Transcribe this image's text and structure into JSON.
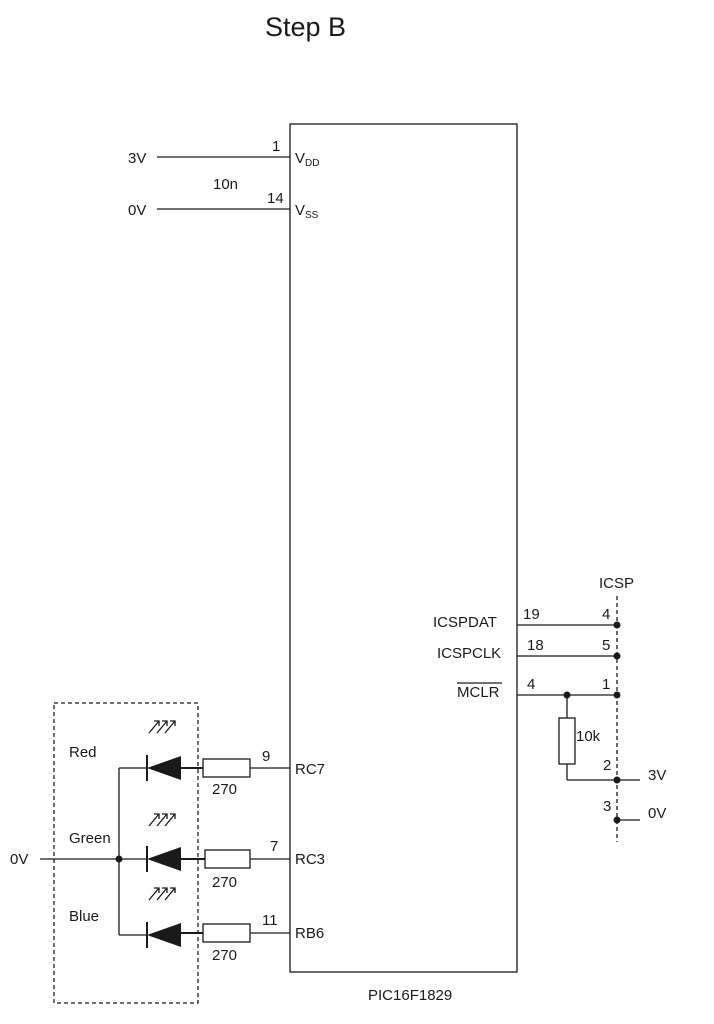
{
  "title": "Step B",
  "chip": {
    "part": "PIC16F1829",
    "vdd_main": "V",
    "vdd_sub": "DD",
    "vdd_pin": "1",
    "vss_main": "V",
    "vss_sub": "SS",
    "vss_pin": "14",
    "rc7_label": "RC7",
    "rc7_pin": "9",
    "rc3_label": "RC3",
    "rc3_pin": "7",
    "rb6_label": "RB6",
    "rb6_pin": "11",
    "icspdat_label": "ICSPDAT",
    "icspdat_pin": "19",
    "icspclk_label": "ICSPCLK",
    "icspclk_pin": "18",
    "mclr_label": "MCLR",
    "mclr_pin": "4"
  },
  "power": {
    "v3": "3V",
    "v0": "0V",
    "cap": "10n"
  },
  "led": {
    "gnd": "0V",
    "red": "Red",
    "green": "Green",
    "blue": "Blue",
    "r_red": "270",
    "r_green": "270",
    "r_blue": "270"
  },
  "icsp": {
    "header": "ICSP",
    "pin4": "4",
    "pin5": "5",
    "pin1": "1",
    "pin2": "2",
    "pin3": "3",
    "v3": "3V",
    "v0": "0V",
    "pullup": "10k"
  }
}
